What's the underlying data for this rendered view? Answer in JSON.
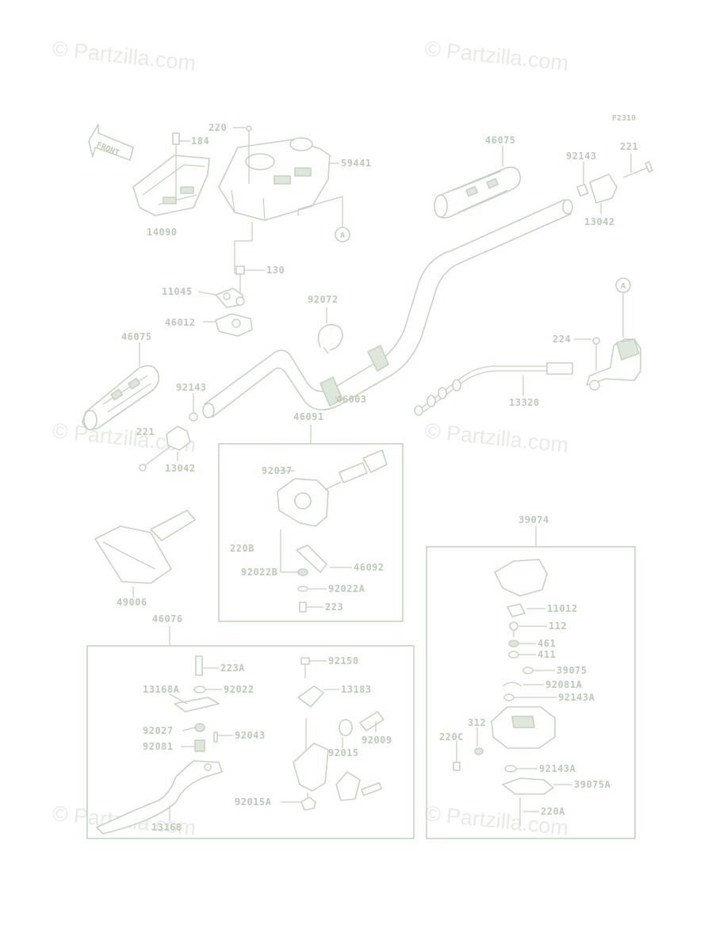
{
  "figure_code": "F2310",
  "watermark": "© Partzilla.com",
  "front_arrow": "FRONT",
  "callouts": {
    "A1": "A",
    "A2": "A"
  },
  "labels": {
    "p220": "220",
    "p184": "184",
    "p59441": "59441",
    "p14090": "14090",
    "p46075_top": "46075",
    "p92143_top": "92143",
    "p221_top": "221",
    "p13042_top": "13042",
    "p130": "130",
    "p11045": "11045",
    "p46012": "46012",
    "p92072": "92072",
    "p46075_left": "46075",
    "p224": "224",
    "p92143_left": "92143",
    "p46003": "46003",
    "p13320": "13320",
    "p221_left": "221",
    "p13042_left": "13042",
    "p46091": "46091",
    "p92037": "92037",
    "p220B": "220B",
    "p92022B": "92022B",
    "p46092": "46092",
    "p92022A": "92022A",
    "p223": "223",
    "p49006": "49006",
    "p39074": "39074",
    "p11012": "11012",
    "p112": "112",
    "p461": "461",
    "p411": "411",
    "p39075": "39075",
    "p92081A": "92081A",
    "p92143A_1": "92143A",
    "p312": "312",
    "p220C": "220C",
    "p92143A_2": "92143A",
    "p39075A": "39075A",
    "p220A": "220A",
    "p46076": "46076",
    "p223A": "223A",
    "p13168A": "13168A",
    "p92022": "92022",
    "p92027": "92027",
    "p92043": "92043",
    "p92081": "92081",
    "p13168": "13168",
    "p92150": "92150",
    "p13183": "13183",
    "p92009": "92009",
    "p92015": "92015",
    "p92015A": "92015A"
  }
}
